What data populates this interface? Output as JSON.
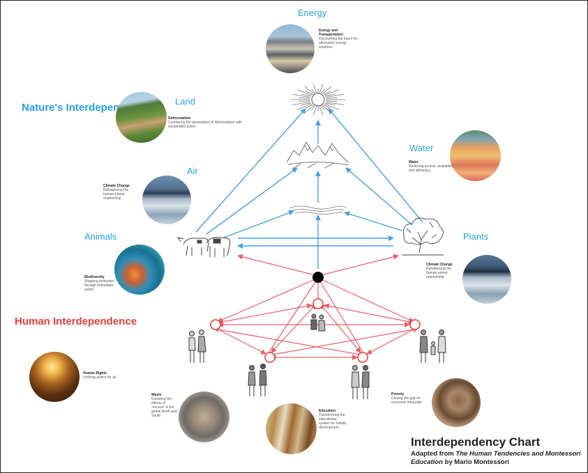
{
  "sections": {
    "nature": "Nature's Interdependence",
    "human": "Human Interdependence"
  },
  "nodes": {
    "energy": "Energy",
    "land": "Land",
    "air": "Air",
    "water": "Water",
    "animals": "Animals",
    "plants": "Plants"
  },
  "captions": {
    "energy": {
      "title": "Energy and Transportation",
      "text": "Discovering the future for alternative energy solutions"
    },
    "land": {
      "title": "Deforestation",
      "text": "Countering the devastation of deforestation with sustainable action"
    },
    "air": {
      "title": "Climate Change",
      "text": "Rebalancing the human-planet relationship"
    },
    "water": {
      "title": "Water",
      "text": "Restoring access, availability and adequacy"
    },
    "animals": {
      "title": "Biodiversity",
      "text": "Stopping extinction through immediate action"
    },
    "plants": {
      "title": "Climate Change",
      "text": "Rebalancing the human-planet relationship"
    },
    "human_rights": {
      "title": "Human Rights",
      "text": "Unifying justice for all"
    },
    "waste": {
      "title": "Waste",
      "text": "Exploring the effects of \"excess\" in the global North and South"
    },
    "education": {
      "title": "Education",
      "text": "Transforming the educational system for holistic development"
    },
    "poverty": {
      "title": "Poverty",
      "text": "Closing the gap on economic inequality"
    }
  },
  "footer": {
    "title": "Interdependency Chart",
    "subtitle_prefix": "Adapted from ",
    "subtitle_italic": "The Human Tendencies and Montessori Education",
    "subtitle_suffix": " by Mario Montessori"
  },
  "colors": {
    "blue": "#2aa0dc",
    "red": "#e0403a",
    "arrow_blue": "#4a9fe0",
    "arrow_red": "#e8606a",
    "sketch": "#555555"
  },
  "icons": [
    "sun-icon",
    "mountains-icon",
    "waves-icon",
    "animals-icon",
    "tree-icon",
    "people-icon"
  ]
}
